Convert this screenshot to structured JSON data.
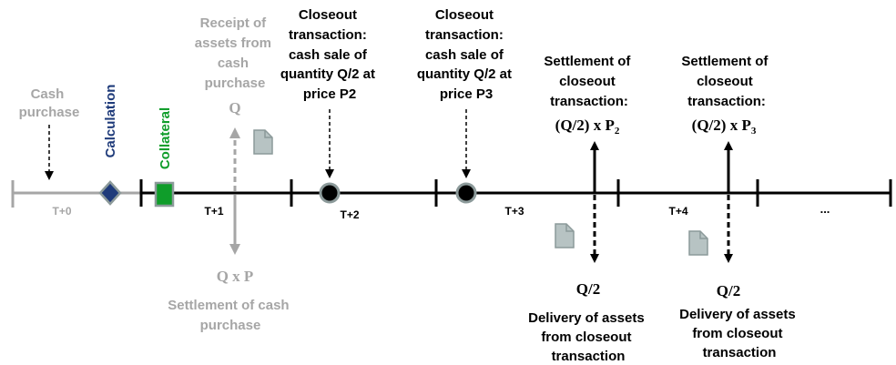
{
  "colors": {
    "timeline_dark": "#000000",
    "timeline_grey": "#a6a6a6",
    "text_grey": "#a6a6a6",
    "calculation_blue": "#1f3b7a",
    "collateral_green": "#0f9d2a",
    "document_icon_fill": "#b7c3c3",
    "document_icon_stroke": "#8c9a9a"
  },
  "periods": {
    "t0": "T+0",
    "t1": "T+1",
    "t2": "T+2",
    "t3": "T+3",
    "t4": "T+4",
    "ellipsis": "..."
  },
  "markers": {
    "calculation": "Calculation",
    "collateral": "Collateral"
  },
  "events": {
    "cash_purchase": [
      "Cash",
      "purchase"
    ],
    "receipt": [
      "Receipt of",
      "assets from",
      "cash",
      "purchase"
    ],
    "receipt_qty": "Q",
    "closeout_1": [
      "Closeout",
      "transaction:",
      "cash sale of",
      "quantity Q/2 at",
      "price P2"
    ],
    "closeout_2": [
      "Closeout",
      "transaction:",
      "cash sale of",
      "quantity Q/2 at",
      "price P3"
    ],
    "settlement_cash_amount": "Q x P",
    "settlement_cash": [
      "Settlement of cash",
      "purchase"
    ],
    "settlement_closeout_1": [
      "Settlement of",
      "closeout",
      "transaction:"
    ],
    "settlement_closeout_1_amount": {
      "main": "(Q/2) x P",
      "sub": "2"
    },
    "settlement_closeout_2": [
      "Settlement of",
      "closeout",
      "transaction:"
    ],
    "settlement_closeout_2_amount": {
      "main": "(Q/2) x P",
      "sub": "3"
    },
    "delivery_1_qty": "Q/2",
    "delivery_1": [
      "Delivery of assets",
      "from closeout",
      "transaction"
    ],
    "delivery_2_qty": "Q/2",
    "delivery_2": [
      "Delivery of assets",
      "from closeout",
      "transaction"
    ]
  },
  "icons": {
    "document": "document-icon",
    "calculation": "diamond-icon",
    "collateral": "square-icon",
    "sale": "dot-icon"
  }
}
